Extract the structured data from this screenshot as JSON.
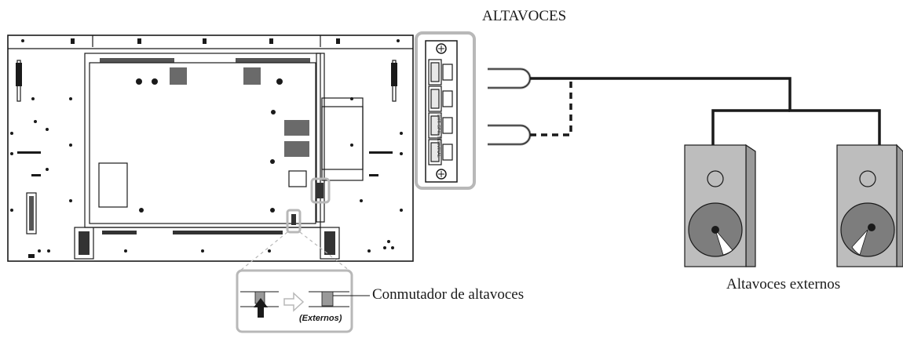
{
  "title": "ALTAVOCES",
  "switch_label": "Conmutador de altavoces",
  "switch_position_label": "(Externos)",
  "external_speakers_label": "Altavoces externos",
  "terminal_text": "EXT. SPK. TERMINAL",
  "colors": {
    "line": "#1a1a1a",
    "highlight_frame": "#b8b8b8",
    "speaker_body": "#bdbdbd",
    "speaker_side": "#9a9a9a",
    "woofer": "#7d7d7d",
    "cable_gray": "#8c8c8c"
  },
  "icons": [
    "monitor-rear",
    "speaker-terminal",
    "speaker-switch",
    "arrow-up-icon",
    "arrow-right-icon",
    "speaker"
  ]
}
